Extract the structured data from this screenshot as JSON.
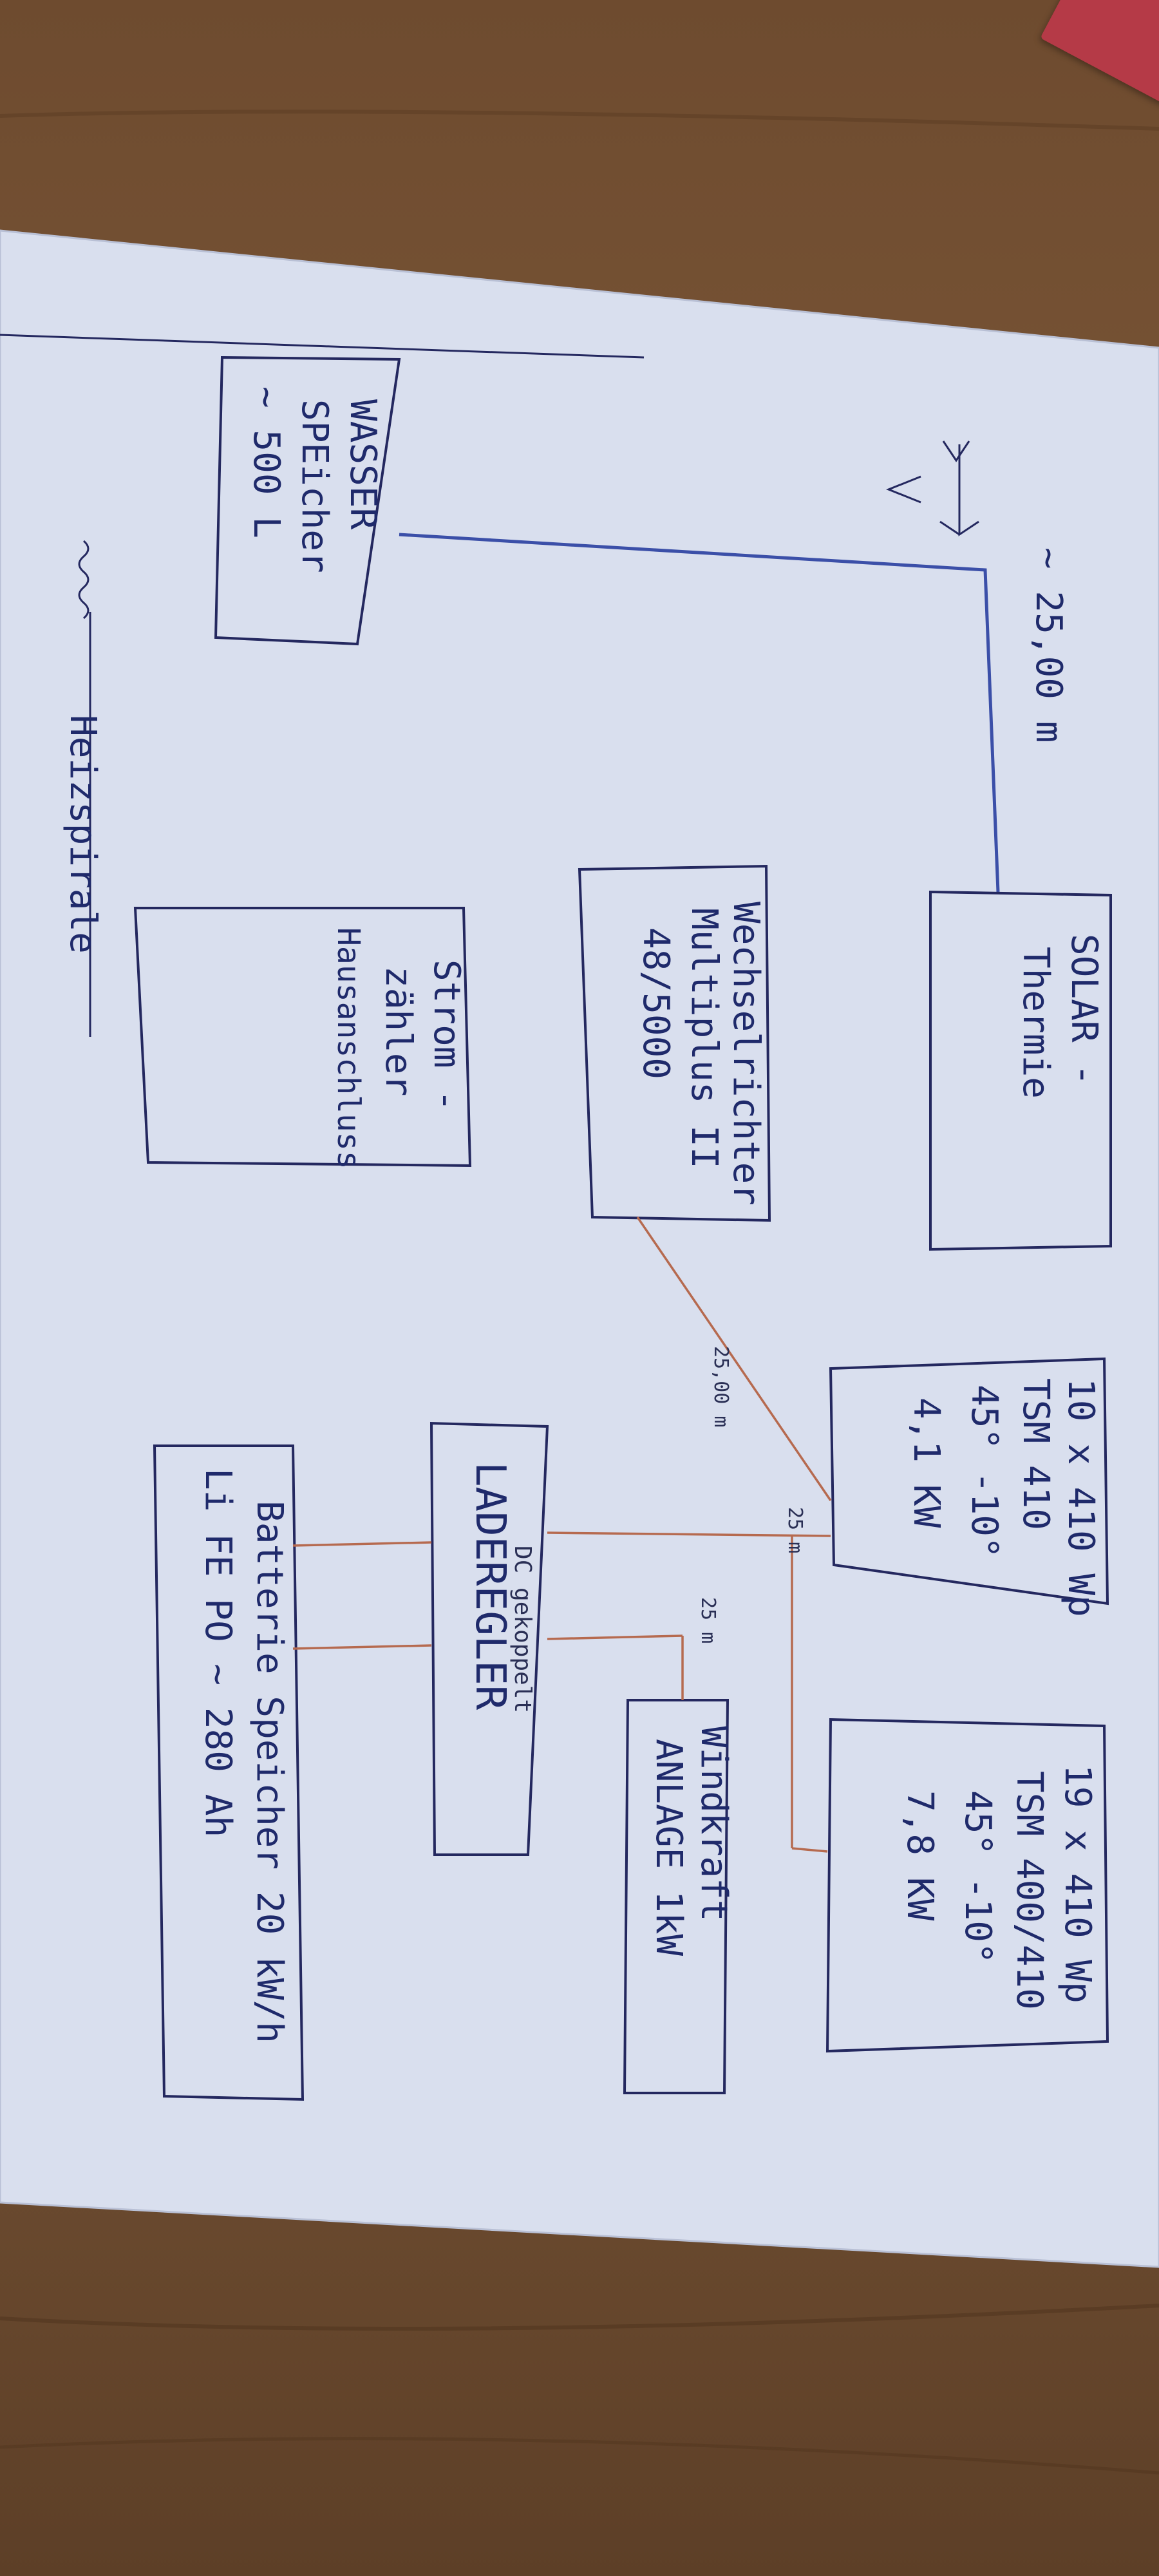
{
  "diagram": {
    "water_tank": {
      "line1": "WASSER",
      "line2": "SPEicher",
      "line3": "~ 500 L"
    },
    "heating_coil": {
      "label": "Heizspirale"
    },
    "pipe_length": {
      "label": "~ 25,00 m"
    },
    "solar_thermal": {
      "line1": "SOLAR -",
      "line2": "Thermie"
    },
    "inverter": {
      "line1": "Wechselrichter",
      "line2": "Multiplus II",
      "line3": "48/5000"
    },
    "meter": {
      "line1": "Strom -",
      "line2": "zähler",
      "line3": "Hausanschluss"
    },
    "pv_array_1": {
      "line1": "10 x 410 Wp",
      "line2": "TSM 410",
      "line3": "45° -10°",
      "line4": "4,1 KW"
    },
    "pv_array_2": {
      "line1": "19 x 410 Wp",
      "line2": "TSM 400/410",
      "line3": "45° -10°",
      "line4": "7,8 KW"
    },
    "charge_controller": {
      "line1": "DC gekoppelt",
      "line2": "LADEREGLER"
    },
    "wind_turbine": {
      "line1": "Windkraft",
      "line2": "ANLAGE 1kW"
    },
    "battery": {
      "line1": "Batterie Speicher 20 kW/h",
      "line2": "Li FE PO ~ 280 Ah"
    },
    "cable_labels": {
      "inverter_pv": "25,00 m",
      "pv_controller": "25 m",
      "wind_controller": "25 m"
    }
  }
}
